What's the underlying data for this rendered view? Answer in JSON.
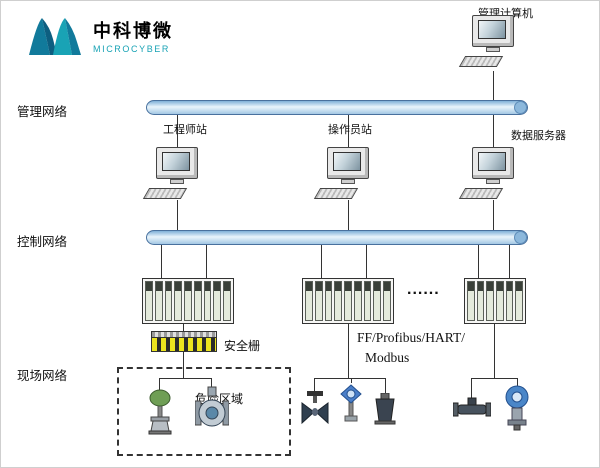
{
  "logo": {
    "title": "中科博微",
    "subtitle": "MICROCYBER",
    "accent_color": "#19a3b5"
  },
  "nodes": {
    "management_computer": "管理计算机",
    "engineer_station": "工程师站",
    "operator_station": "操作员站",
    "data_server": "数据服务器"
  },
  "network_labels": {
    "management": "管理网络",
    "control": "控制网络",
    "field": "现场网络"
  },
  "control_layer": {
    "ellipsis": "......",
    "safety_barrier": "安全栅"
  },
  "fieldbus": {
    "line1": "FF/Profibus/HART/",
    "line2": "Modbus"
  },
  "field_layer": {
    "hazard_area": "危险区域"
  },
  "colors": {
    "bus_fill": "#bcd9ef",
    "bus_edge": "#49719e",
    "barrier_yellow": "#ece41e"
  }
}
